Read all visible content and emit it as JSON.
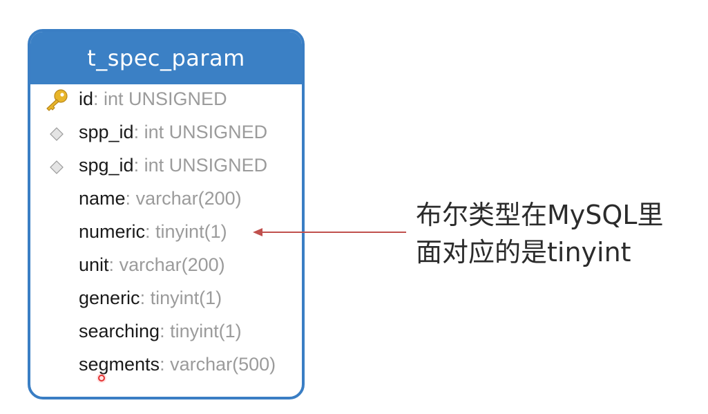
{
  "table": {
    "title": "t_spec_param",
    "fields": [
      {
        "name": "id",
        "sep": ": ",
        "type": "int UNSIGNED",
        "icon": "primary-key-icon"
      },
      {
        "name": "spp_id",
        "sep": ": ",
        "type": "int UNSIGNED",
        "icon": "foreign-key-diamond-icon"
      },
      {
        "name": "spg_id",
        "sep": ": ",
        "type": "int UNSIGNED",
        "icon": "foreign-key-diamond-icon"
      },
      {
        "name": "name",
        "sep": ": ",
        "type": "varchar(200)",
        "icon": ""
      },
      {
        "name": "numeric",
        "sep": ": ",
        "type": "tinyint(1)",
        "icon": ""
      },
      {
        "name": "unit",
        "sep": ": ",
        "type": "varchar(200)",
        "icon": ""
      },
      {
        "name": "generic",
        "sep": ": ",
        "type": "tinyint(1)",
        "icon": ""
      },
      {
        "name": "searching",
        "sep": ": ",
        "type": "tinyint(1)",
        "icon": ""
      },
      {
        "name": "segments",
        "sep": ": ",
        "type": "varchar(500)",
        "icon": ""
      }
    ]
  },
  "annotation": {
    "line1": "布尔类型在MySQL里",
    "line2": "面对应的是tinyint"
  },
  "colors": {
    "header": "#3b80c5",
    "border": "#3a7ec4",
    "arrow": "#c0504d",
    "key": "#e8b52a",
    "type_text": "#9b9b9b"
  }
}
